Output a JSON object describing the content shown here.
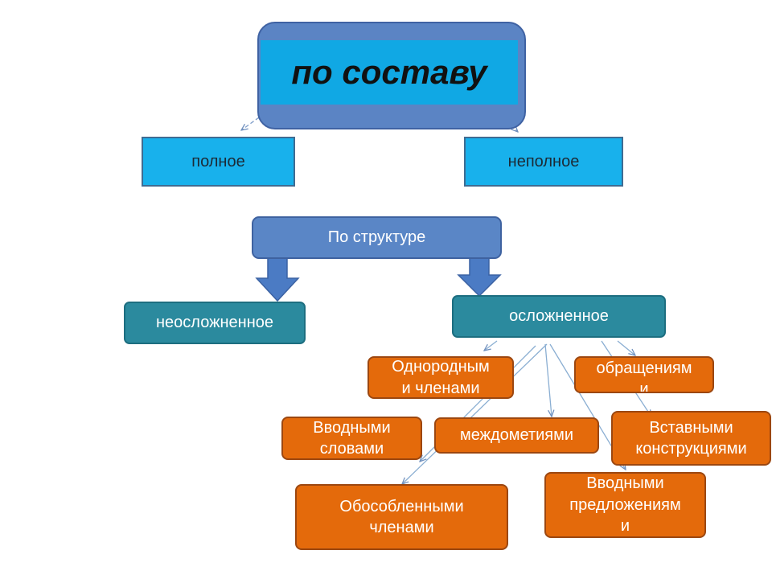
{
  "title": "по составу",
  "composition": {
    "full": "полное",
    "incomplete": "неполное"
  },
  "structure": {
    "label": "По структуре",
    "uncomplicated": "неосложненное",
    "complicated": "осложненное"
  },
  "complications": {
    "homogeneous": "Однородным\nи членами",
    "address": "обращениям\nи",
    "introductory_words": "Вводными\nсловами",
    "interjections": "междометиями",
    "inserted": "Вставными\nконструкциями",
    "isolated": "Обособленными\nчленами",
    "introductory_sentences": "Вводными\nпредложениям\nи"
  },
  "colors": {
    "title_frame": "#5b84c4",
    "title_fill": "#10a8e4",
    "composition_fill": "#18b1ec",
    "structure_fill": "#5a86c6",
    "type_fill": "#2b8a9e",
    "complication_fill": "#e46a0b"
  }
}
